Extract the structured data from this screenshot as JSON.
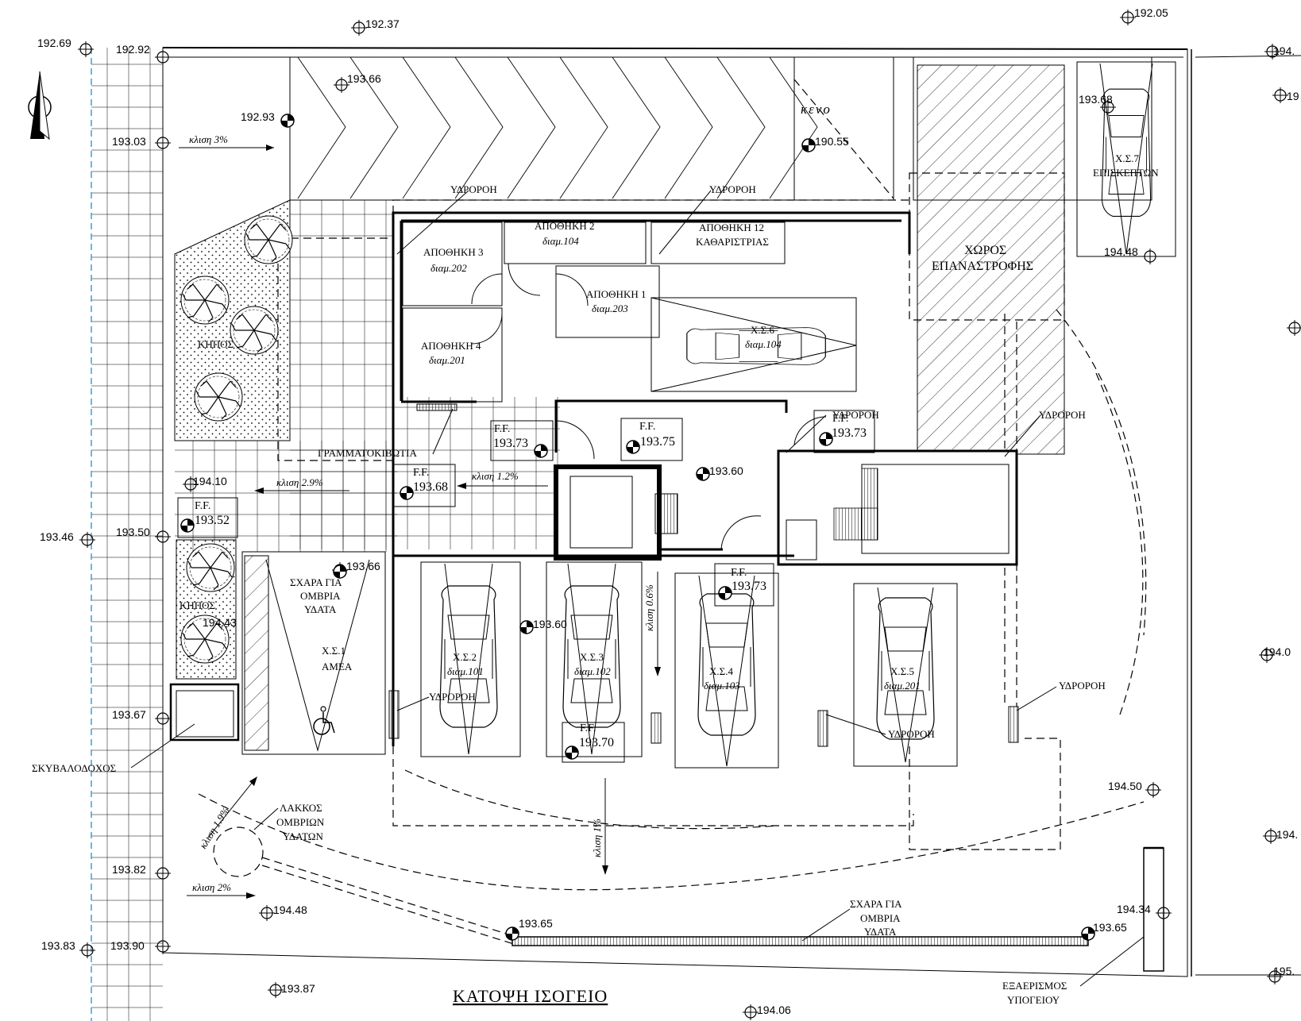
{
  "title": "ΚΑΤΟΨΗ ΙΣΟΓΕΙΟ",
  "levels": {
    "l1": "192.37",
    "l2": "192.05",
    "l3": "192.69",
    "l4": "192.92",
    "l5": "193.66",
    "l6": "192.93",
    "l7": "190.55",
    "l8": "193.03",
    "l9": "193.68",
    "l10": "194.48",
    "l11": "194.10",
    "l12": "193.46",
    "l13": "193.50",
    "l14": "193.66",
    "l15": "194.43",
    "l16": "193.60",
    "l17": "193.60",
    "l18": "193.67",
    "l19": "193.82",
    "l20": "194.48",
    "l21": "193.83",
    "l22": "193.90",
    "l23": "193.87",
    "l24": "194.06",
    "l25": "193.65",
    "l26": "193.65",
    "l27": "194.50",
    "l28": "194.34",
    "l29": "194.0",
    "l30": "194.",
    "l31": "195.",
    "l32": "194.",
    "l33": "19"
  },
  "ff": {
    "label": "F.F.",
    "f1": "193.73",
    "f2": "193.75",
    "f3": "193.73",
    "f4": "193.68",
    "f5": "193.52",
    "f6": "193.73",
    "f7": "193.70"
  },
  "rooms": {
    "storage3": "ΑΠΟΘΗΚΗ 3",
    "storage3_sub": "διαμ.202",
    "storage2": "ΑΠΟΘΗΚΗ 2",
    "storage2_sub": "διαμ.104",
    "storage12": "ΑΠΟΘΗΚΗ 12",
    "storage12_sub": "ΚΑΘΑΡΙΣΤΡΙΑΣ",
    "storage1": "ΑΠΟΘΗΚΗ 1",
    "storage1_sub": "διαμ.203",
    "storage4": "ΑΠΟΘΗΚΗ 4",
    "storage4_sub": "διαμ.201",
    "ps6": "Χ.Σ.6",
    "ps6_sub": "διαμ.104",
    "ps7": "Χ.Σ.7",
    "ps7_sub": "ΕΠΙΣΚΕΠΤΩΝ",
    "ps1": "Χ.Σ.1",
    "ps1_sub": "ΑΜΕΑ",
    "ps2": "Χ.Σ.2",
    "ps2_sub": "διαμ.101",
    "ps3": "Χ.Σ.3",
    "ps3_sub": "διαμ.102",
    "ps4": "Χ.Σ.4",
    "ps4_sub": "διαμ.103",
    "ps5": "Χ.Σ.5",
    "ps5_sub": "διαμ.201",
    "turn": "ΧΩΡΟΣ",
    "turn_sub": "ΕΠΑΝΑΣΤΡΟΦΗΣ",
    "void": "κενο",
    "garden": "ΚΗΠΟΣ",
    "garden2": "ΚΗΠΟΣ"
  },
  "notes": {
    "drain": "ΥΔΡΟΡΟΗ",
    "mailbox": "ΓΡΑΜΜΑΤΟΚΙΒΩΤΙΑ",
    "bin": "ΣΚΥΒΑΛΟΔΟΧΟΣ",
    "grate1": "ΣΧΑΡΑ ΓΙΑ",
    "grate2": "ΟΜΒΡΙΑ",
    "grate3": "ΥΔΑΤΑ",
    "pit1": "ΛΑΚΚΟΣ",
    "pit2": "ΟΜΒΡΙΩΝ",
    "pit3": "ΥΔΑΤΩΝ",
    "vent1": "ΕΞΑΕΡΙΣΜΟΣ",
    "vent2": "ΥΠΟΓΕΙΟΥ",
    "slope3": "κλιση 3%",
    "slope29": "κλιση 2.9%",
    "slope12": "κλιση 1.2%",
    "slope06": "κλιση 0.6%",
    "slope1": "κλιση 1%",
    "slope19": "κλιση 1.9%",
    "slope2": "κλιση 2%"
  }
}
